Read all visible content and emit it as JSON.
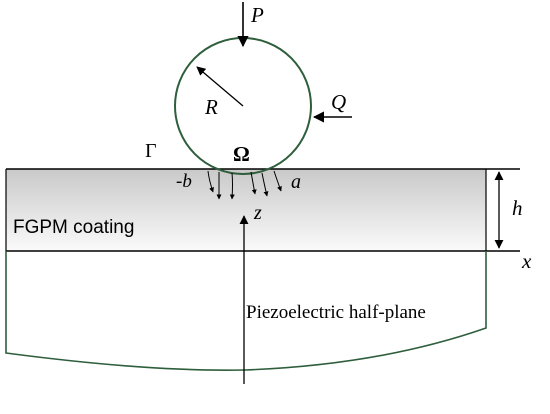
{
  "labels": {
    "load_p": "P",
    "load_q": "Q",
    "radius": "R",
    "boundary": "Γ",
    "region": "Ω",
    "left_end": "-b",
    "right_end": "a",
    "thickness": "h",
    "x_axis": "x",
    "z_axis": "z",
    "coating": "FGPM coating",
    "half_plane": "Piezoelectric half-plane"
  },
  "colors": {
    "line": "#000000",
    "cylinder": "#2e5e3c",
    "half_plane_boundary": "#2e5e3c",
    "coating_top": "#c9c9c9",
    "coating_bottom": "#fafafa"
  },
  "icons": {
    "arrow": "arrowhead"
  }
}
